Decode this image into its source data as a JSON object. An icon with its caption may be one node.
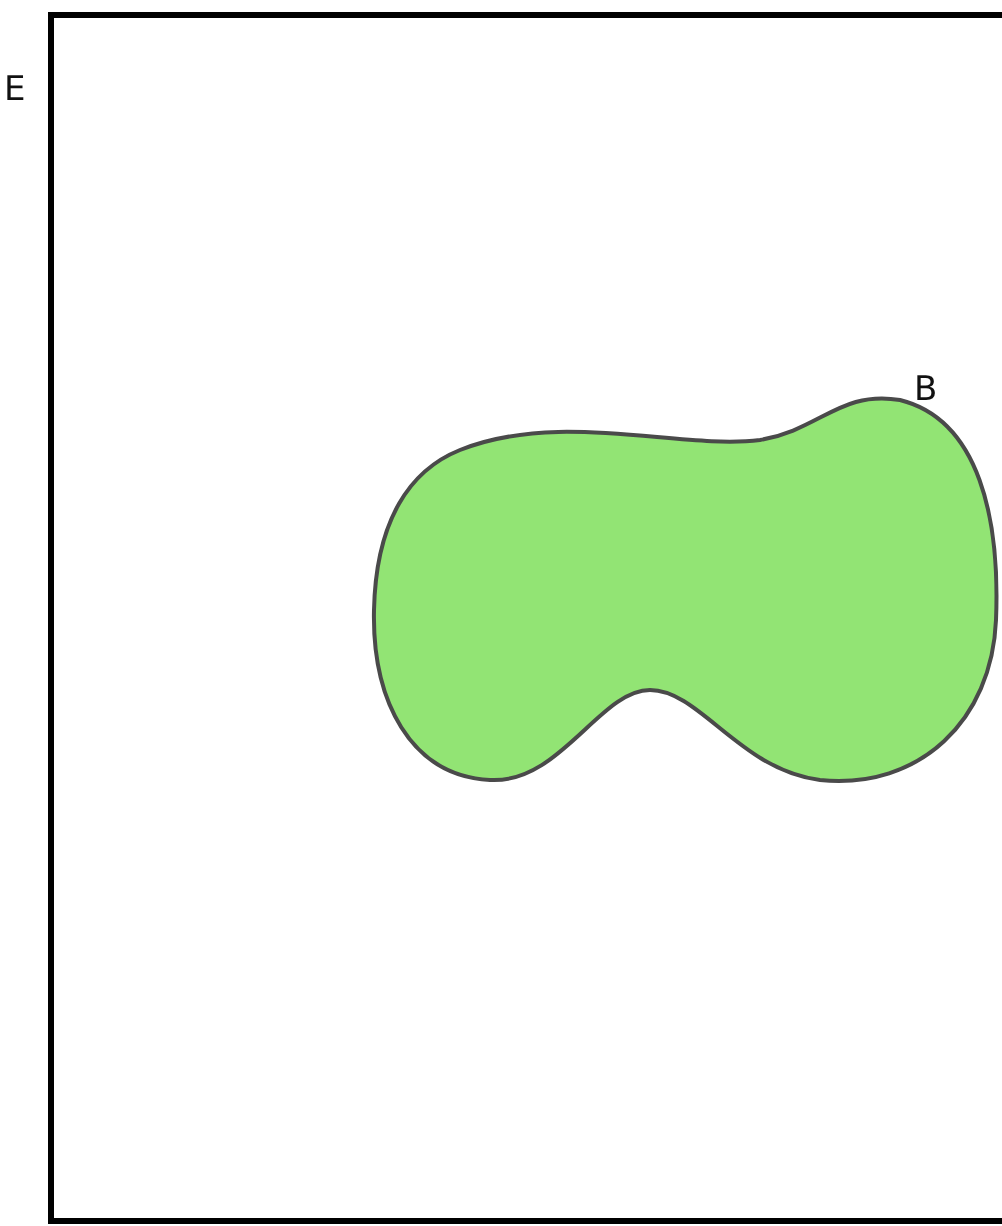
{
  "diagram": {
    "nodes": [
      {
        "text": [
          "E"
        ]
      },
      {
        "text": [
          "B"
        ],
        "in": 0
      }
    ]
  }
}
